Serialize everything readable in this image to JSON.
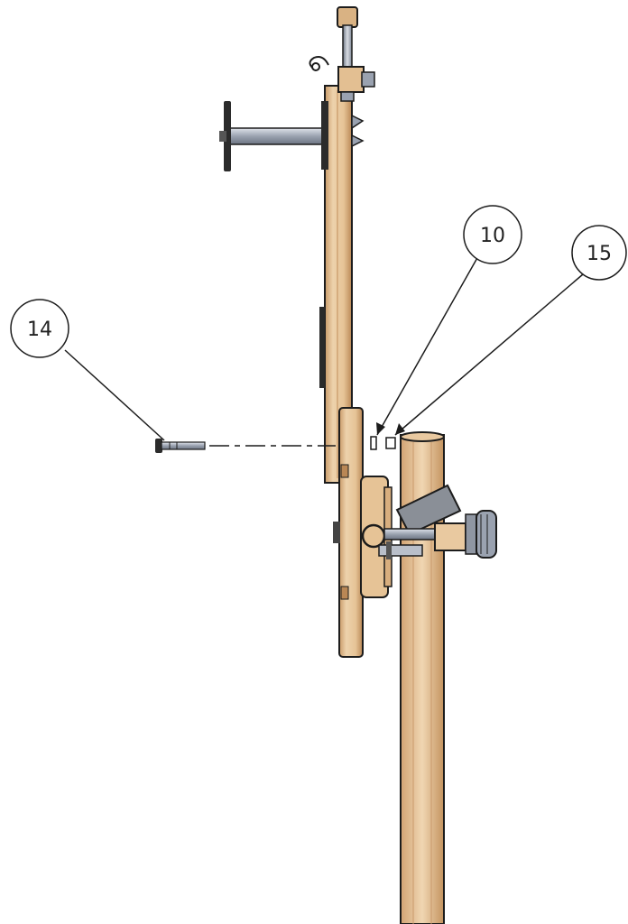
{
  "callouts": [
    {
      "id": "callout-14",
      "label": "14"
    },
    {
      "id": "callout-10",
      "label": "10"
    },
    {
      "id": "callout-15",
      "label": "15"
    }
  ],
  "colors": {
    "wood_light": "#e9c9a0",
    "wood_mid": "#d8ae7e",
    "wood_dark": "#b98755",
    "metal": "#b9bfca",
    "metal_dark": "#7d8594",
    "outline": "#1c1c1c"
  }
}
